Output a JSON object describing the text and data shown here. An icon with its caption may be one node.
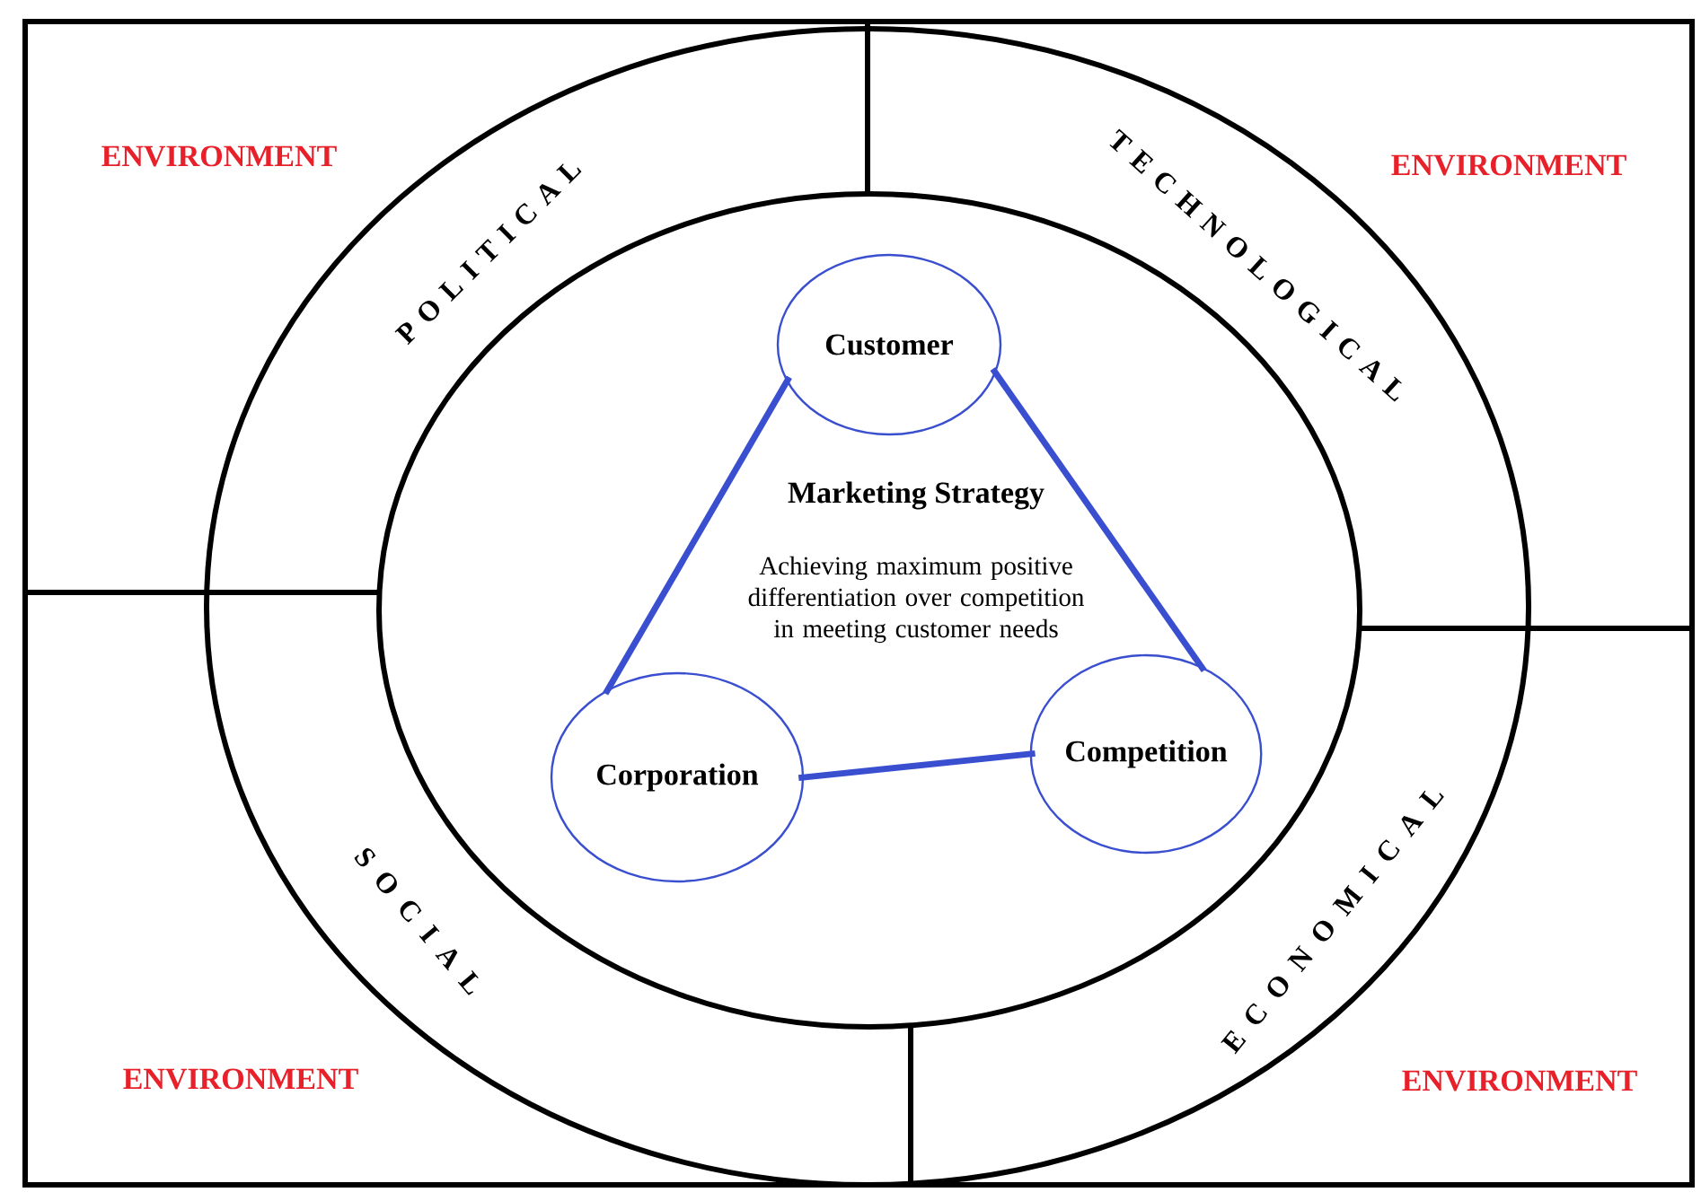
{
  "diagram": {
    "nodes": [
      {
        "text": [
          "Customer"
        ]
      },
      {
        "text": [
          "Corporation"
        ]
      },
      {
        "text": [
          "Competition"
        ]
      }
    ],
    "edges": [
      {
        "from": 0,
        "to": 2,
        "arrow": "none"
      },
      {
        "from": 0,
        "to": 1,
        "arrow": "none"
      },
      {
        "from": 1,
        "to": 2,
        "arrow": "none"
      }
    ],
    "labels": [
      "ENVIRONMENT",
      "P O L I T I C A L",
      "T E C H N O L O G I C A L",
      "ENVIRONMENT",
      "Marketing Strategy",
      "Achieving maximum positive differentiation over competition in meeting customer needs",
      "S O C I A L",
      "E C O N O M I C A L",
      "ENVIRONMENT",
      "ENVIRONMENT"
    ]
  }
}
